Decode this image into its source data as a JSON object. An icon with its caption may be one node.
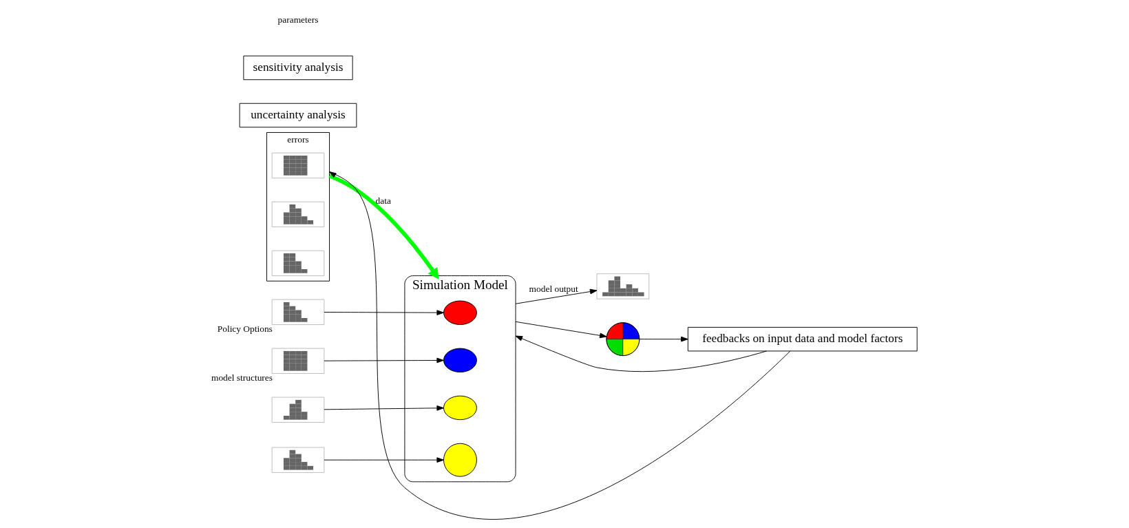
{
  "diagram": {
    "nodes": [
      {
        "text": [
          "errors"
        ]
      },
      {
        "text": [],
        "shape": "picture",
        "in": 0
      },
      {
        "text": [],
        "shape": "picture",
        "in": 0
      },
      {
        "text": [],
        "shape": "picture",
        "in": 0
      },
      {
        "text": [],
        "shape": "picture",
        "beside": [
          "Policy Options"
        ]
      },
      {
        "text": [],
        "shape": "picture",
        "beside": [
          "model structures"
        ]
      },
      {
        "text": [
          "Simulation Model"
        ]
      },
      {
        "text": [],
        "shape": "ellipse",
        "in": 6
      },
      {
        "text": [],
        "shape": "ellipse",
        "in": 6
      },
      {
        "text": [],
        "shape": "ellipse",
        "in": 6
      },
      {
        "text": [],
        "shape": "circle",
        "in": 6
      },
      {
        "text": [],
        "shape": "picture"
      },
      {
        "text": [],
        "shape": "picture"
      },
      {
        "text": [],
        "shape": "picture"
      },
      {
        "text": [
          "uncertainty analysis"
        ]
      },
      {
        "text": [
          "sensitivity analysis"
        ]
      },
      {
        "text": [],
        "shape": "circle"
      },
      {
        "text": [
          "feedbacks on input data and model factors"
        ]
      }
    ],
    "edges": [
      {
        "from": 4,
        "to": 7,
        "arrow": "to"
      },
      {
        "from": 5,
        "to": 8,
        "arrow": "to"
      },
      {
        "from": 11,
        "to": 9,
        "arrow": "to"
      },
      {
        "from": 12,
        "to": 10,
        "arrow": "to"
      },
      {
        "from": 0,
        "to": 6,
        "arrow": "to",
        "label": "data",
        "style": "thick",
        "color": "#00ff00"
      },
      {
        "from": 6,
        "to": 13,
        "arrow": "to",
        "label": "model output"
      },
      {
        "from": 6,
        "to": 16,
        "arrow": "to"
      },
      {
        "from": 16,
        "to": 17,
        "arrow": "to"
      },
      {
        "from": 17,
        "to": 0,
        "arrow": "to"
      },
      {
        "from": 17,
        "to": 6,
        "arrow": "to"
      }
    ],
    "labels": [
      "parameters"
    ]
  }
}
